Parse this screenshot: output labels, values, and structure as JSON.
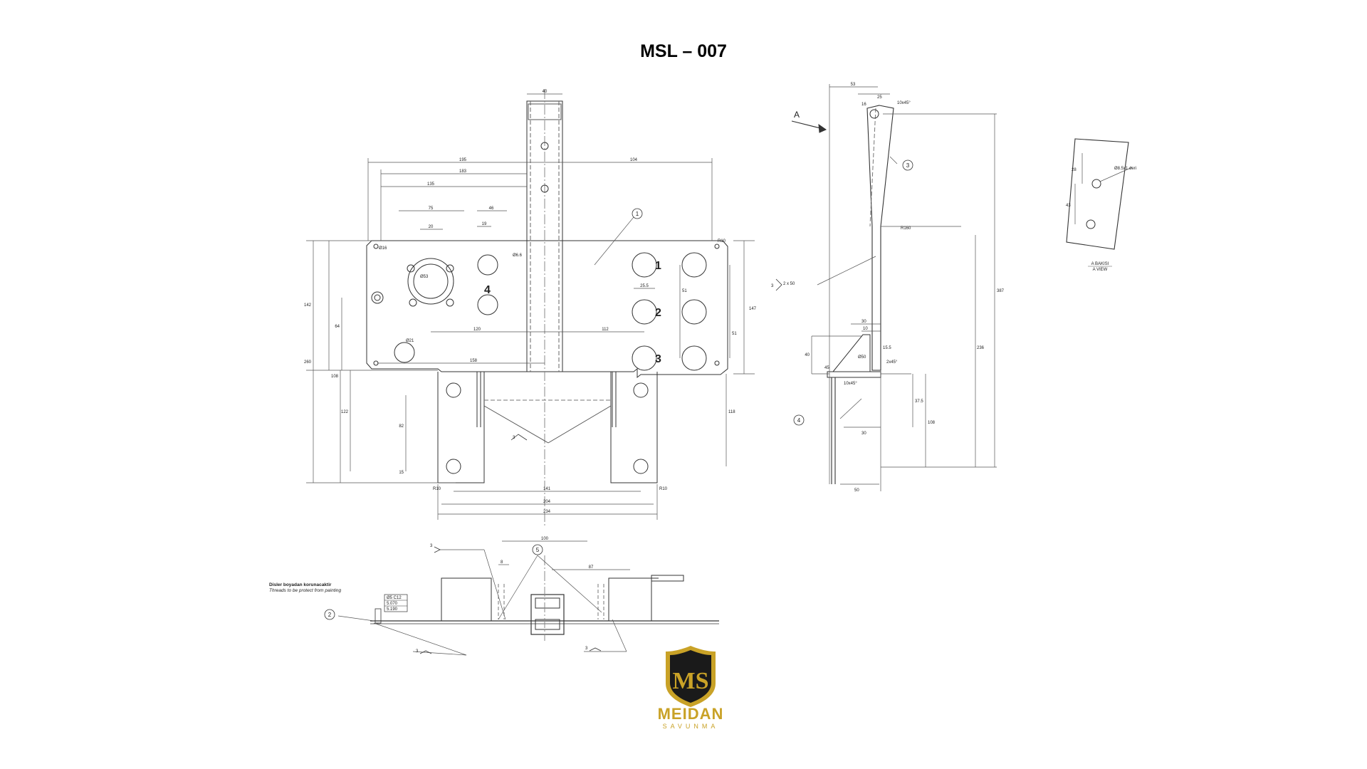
{
  "title": "MSL – 007",
  "colors": {
    "line": "#333333",
    "thin": "#555555",
    "gold": "#c9a227",
    "dark": "#1a1a1a"
  },
  "front_view": {
    "dims_top": [
      "40",
      "195",
      "104",
      "183",
      "135",
      "75",
      "46",
      "20",
      "19"
    ],
    "dims_left": [
      "142",
      "64",
      "260",
      "108",
      "122",
      "82",
      "15"
    ],
    "dims_right": [
      "147",
      "118"
    ],
    "dims_bottom": [
      "120",
      "112",
      "158",
      "141",
      "204",
      "234"
    ],
    "hole_numbers": [
      "1",
      "2",
      "3",
      "4"
    ],
    "hole_dims": [
      "25.5",
      "51",
      "51"
    ],
    "notes": [
      "Ø16",
      "R10",
      "R10",
      "R10",
      "Ø21",
      "Ø6.6",
      "Ø53"
    ],
    "callouts": [
      "1",
      "3"
    ]
  },
  "side_view": {
    "view_arrow": "A",
    "dims": [
      "53",
      "16",
      "25",
      "10x45°",
      "2 x 50",
      "30",
      "10",
      "15.5",
      "40",
      "Ø50",
      "45",
      "10x45°",
      "2x45°",
      "37.5",
      "108",
      "30",
      "50",
      "236",
      "387"
    ],
    "callouts": [
      "3",
      "4"
    ],
    "weld_note": "3",
    "r_note": "R160"
  },
  "detail_view": {
    "dims": [
      "28",
      "43",
      "Ø8.5x1 deri"
    ],
    "caption_line1": "A BAKISI",
    "caption_line2": "A VIEW"
  },
  "bottom_view": {
    "note_tr": "Disler boyadan korunacaktir",
    "note_en": "Threads to be protect from painting",
    "dims": [
      "100",
      "87",
      "8"
    ],
    "tolerance_box": [
      "Ø5 C12",
      "5.070",
      "5.190"
    ],
    "callouts": [
      "2",
      "5"
    ],
    "weld_notes": [
      "3",
      "3",
      "3"
    ]
  },
  "brand": {
    "name": "MEIDAN",
    "sub": "SAVUNMA",
    "monogram": "MS"
  }
}
